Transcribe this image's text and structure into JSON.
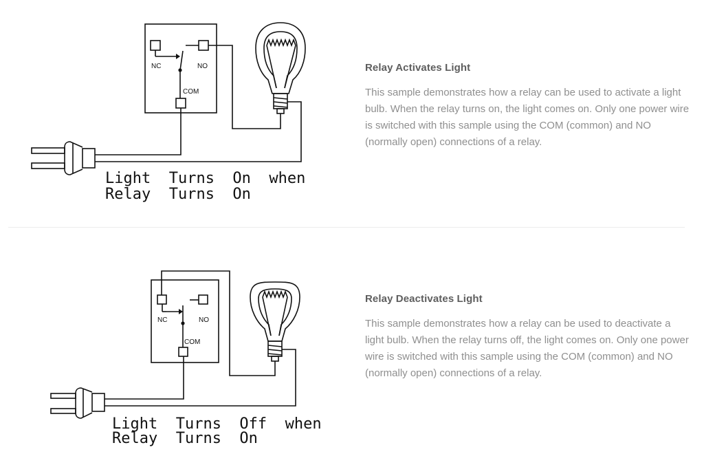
{
  "items": [
    {
      "title": "Relay Activates Light",
      "description": "This sample demonstrates how a relay can be used to activate a light bulb. When the relay turns on, the light comes on. Only one power wire is switched with this sample using the COM (common) and NO (normally open) connections of a relay.",
      "diagram": {
        "nc_label": "NC",
        "no_label": "NO",
        "com_label": "COM",
        "caption_line1": "Light  Turns  On  when",
        "caption_line2": "Relay  Turns  On"
      }
    },
    {
      "title": "Relay Deactivates Light",
      "description": "This sample demonstrates how a relay can be used to deactivate a light bulb. When the relay turns off, the light comes on. Only one power wire is switched with this sample using the COM (common) and NO (normally open) connections of a relay.",
      "diagram": {
        "nc_label": "NC",
        "no_label": "NO",
        "com_label": "COM",
        "caption_line1": "Light  Turns  Off  when",
        "caption_line2": "Relay  Turns  On"
      }
    }
  ]
}
